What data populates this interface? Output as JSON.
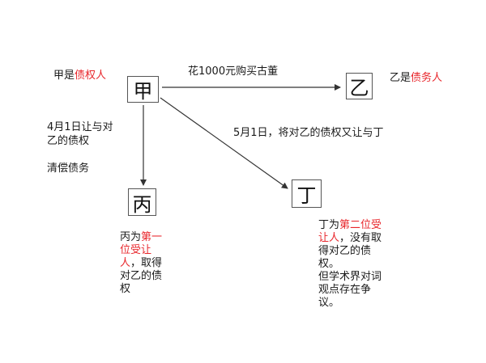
{
  "nodes": {
    "jia": "甲",
    "yi": "乙",
    "bing": "丙",
    "ding": "丁"
  },
  "labels": {
    "jia_role_prefix": "甲是",
    "jia_role_highlight": "债权人",
    "yi_role_prefix": "乙是",
    "yi_role_highlight": "债务人",
    "edge_jia_yi": "花1000元购买古董",
    "edge_jia_bing_line1": "4月1日让与对",
    "edge_jia_bing_line2": "乙的债权",
    "edge_jia_bing_line3": "清偿债务",
    "edge_jia_ding": "5月1日，将对乙的债权又让与丁"
  },
  "notes": {
    "bing": {
      "prefix": "丙为",
      "highlight": "第一位受让人",
      "suffix": "，取得对乙的债权"
    },
    "ding": {
      "prefix": "丁为",
      "highlight": "第二位受让人",
      "suffix": "，没有取得对乙的债权。",
      "line2": "但学术界对词观点存在争议。"
    }
  },
  "colors": {
    "highlight": "#e8262b",
    "line": "#333333"
  }
}
